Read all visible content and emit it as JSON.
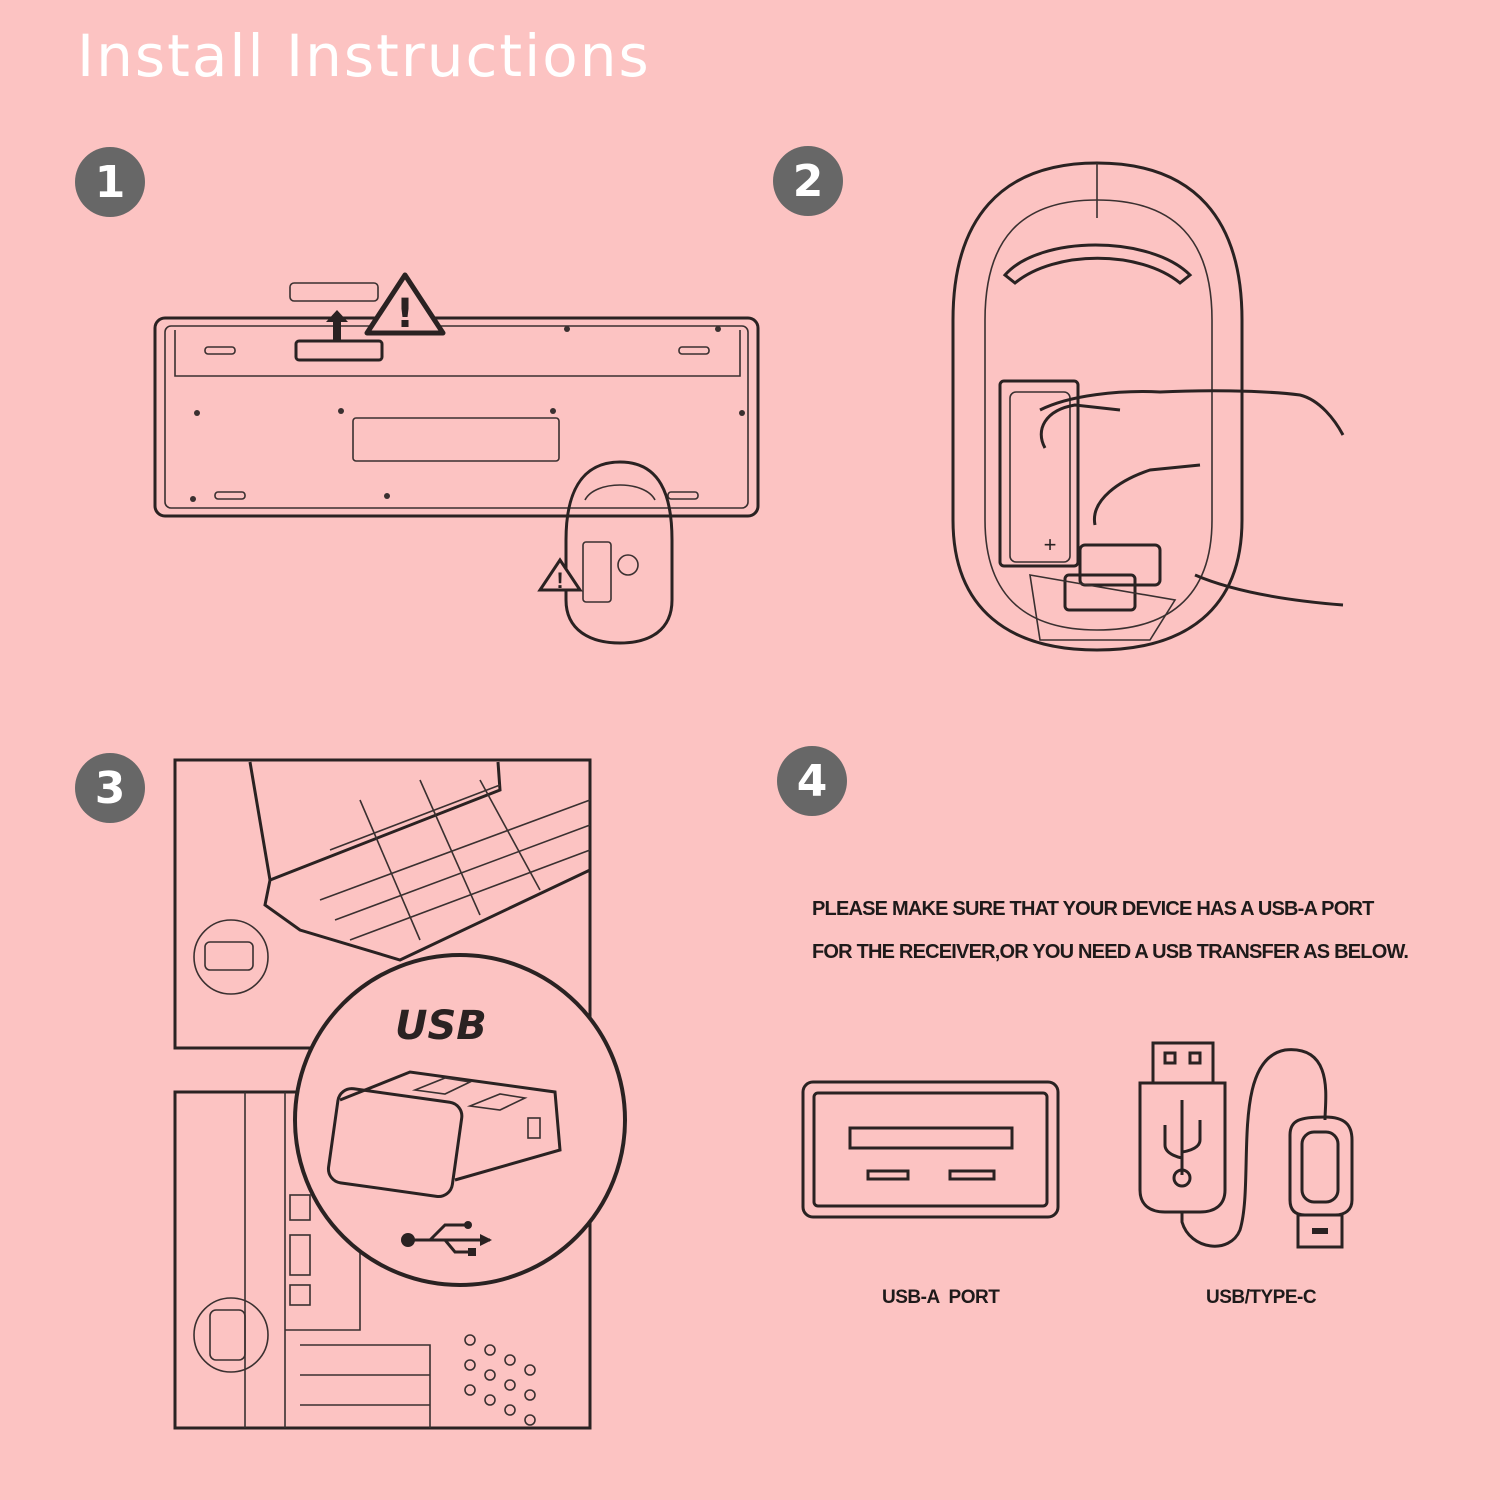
{
  "title": "Install Instructions",
  "steps": [
    "1",
    "2",
    "3",
    "4"
  ],
  "step3": {
    "usb_label": "USB"
  },
  "step4": {
    "note": "PLEASE MAKE SURE THAT YOUR DEVICE HAS A USB-A PORT FOR THE RECEIVER,OR YOU NEED A USB TRANSFER AS BELOW.",
    "usb_a_label": "USB-A  PORT",
    "usb_c_label": "USB/TYPE-C"
  },
  "colors": {
    "background": "#fcc3c2",
    "badge": "#676767",
    "title": "#ffffff"
  }
}
